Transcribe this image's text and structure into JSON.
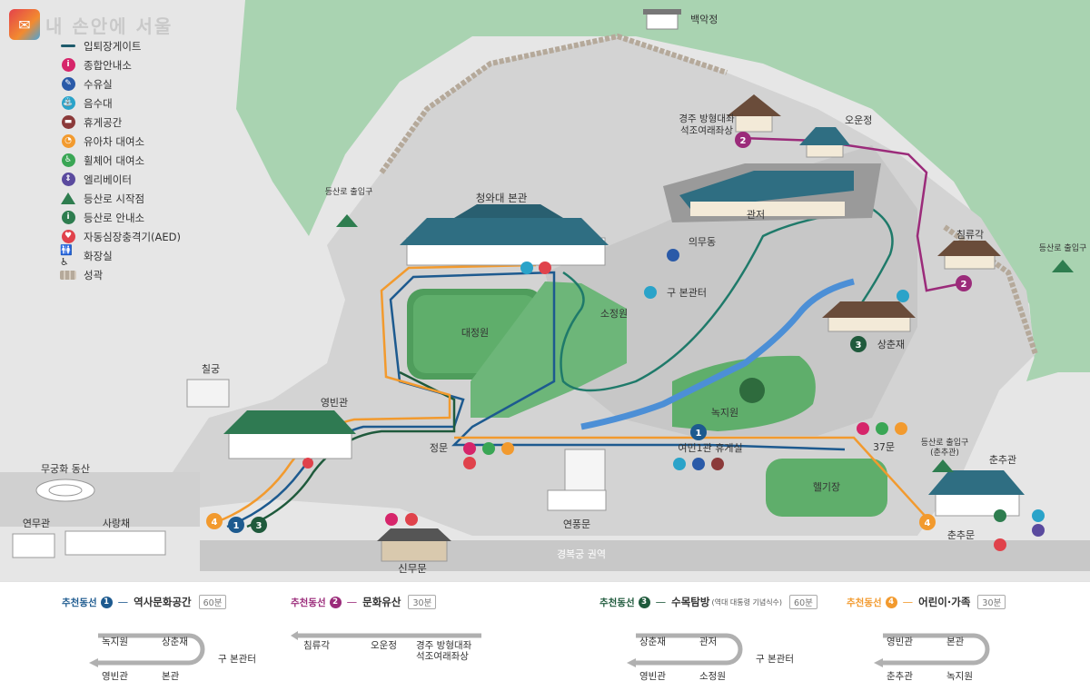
{
  "app": {
    "logo_text": "내 손안에 서울"
  },
  "legend": {
    "items": [
      {
        "label": "입퇴장게이트",
        "icon": "gate-line-icon",
        "color": "#1d5a6b"
      },
      {
        "label": "종합안내소",
        "icon": "info-icon",
        "glyph": "i",
        "color": "#d6256a"
      },
      {
        "label": "수유실",
        "icon": "nursing-room-icon",
        "glyph": "✎",
        "color": "#2a5aa8"
      },
      {
        "label": "음수대",
        "icon": "drinking-fountain-icon",
        "glyph": "⛲",
        "color": "#2aa3c9"
      },
      {
        "label": "휴게공간",
        "icon": "rest-area-icon",
        "glyph": "▬",
        "color": "#8b3a3a"
      },
      {
        "label": "유아차 대여소",
        "icon": "stroller-rental-icon",
        "glyph": "◔",
        "color": "#f29a2e"
      },
      {
        "label": "휠체어 대여소",
        "icon": "wheelchair-rental-icon",
        "glyph": "♿",
        "color": "#3aa655"
      },
      {
        "label": "엘리베이터",
        "icon": "elevator-icon",
        "glyph": "⇕",
        "color": "#5a4a9e"
      },
      {
        "label": "등산로 시작점",
        "icon": "trail-start-icon",
        "color": "#2e7d4f"
      },
      {
        "label": "등산로 안내소",
        "icon": "trail-info-icon",
        "glyph": "i",
        "color": "#2e7d4f"
      },
      {
        "label": "자동심장충격기(AED)",
        "icon": "aed-icon",
        "glyph": "♥",
        "color": "#e0424b"
      },
      {
        "label": "화장실",
        "icon": "restroom-icon",
        "glyph": "🚻 ♿"
      },
      {
        "label": "성곽",
        "icon": "fortress-wall-icon"
      }
    ]
  },
  "places": {
    "baegakjeong": "백악정",
    "buddha_line1": "경주 방형대좌",
    "buddha_line2": "석조여래좌상",
    "oundjeong": "오운정",
    "gwanjeo": "관저",
    "cheongwadae_main": "청와대 본관",
    "uimudong": "의무동",
    "chimnyugak": "침류각",
    "trail_entrance": "등산로 출입구",
    "trail_entrance_chunchu_line1": "등산로 출입구",
    "trail_entrance_chunchu_line2": "(춘추관)",
    "old_main_site": "구 본관터",
    "sojeongwon": "소정원",
    "daejeongwon": "대정원",
    "sangchunjae": "상춘재",
    "chilgung": "칠궁",
    "yeongbingwan": "영빈관",
    "nokjiwon": "녹지원",
    "gate_37": "37문",
    "chunchugwan": "춘추관",
    "main_gate": "정문",
    "childrens_hall": "여민1관 휴게실",
    "heliport": "헬기장",
    "mugunghwa_hill": "무궁화 동산",
    "yeonmugwan": "연무관",
    "sarangchae": "사랑채",
    "yeonpungmun": "연풍문",
    "chunchumun": "춘추문",
    "gyeongbokgung_area": "경복궁 권역",
    "sinmumun": "신무문"
  },
  "route_colors": {
    "r1": "#1d5a8f",
    "r2": "#9b2b7a",
    "r3": "#1f5a3c",
    "r4": "#f29a2e"
  },
  "routes": [
    {
      "tag": "추천동선",
      "num": "1",
      "title": "역사문화공간",
      "sub": "",
      "time": "60분",
      "stops": [
        "녹지원",
        "상춘재",
        "영빈관",
        "본관",
        "구 본관터"
      ]
    },
    {
      "tag": "추천동선",
      "num": "2",
      "title": "문화유산",
      "sub": "",
      "time": "30분",
      "stops": [
        "침류각",
        "오운정",
        "경주 방형대좌",
        "석조여래좌상"
      ]
    },
    {
      "tag": "추천동선",
      "num": "3",
      "title": "수목탐방",
      "sub": "(역대 대통령 기념식수)",
      "time": "60분",
      "stops": [
        "상춘재",
        "관저",
        "영빈관",
        "소정원",
        "구 본관터"
      ]
    },
    {
      "tag": "추천동선",
      "num": "4",
      "title": "어린이·가족",
      "sub": "",
      "time": "30분",
      "stops": [
        "영빈관",
        "본관",
        "춘추관",
        "녹지원"
      ]
    }
  ],
  "markers": {
    "one": "1",
    "two": "2",
    "three": "3",
    "four": "4"
  }
}
